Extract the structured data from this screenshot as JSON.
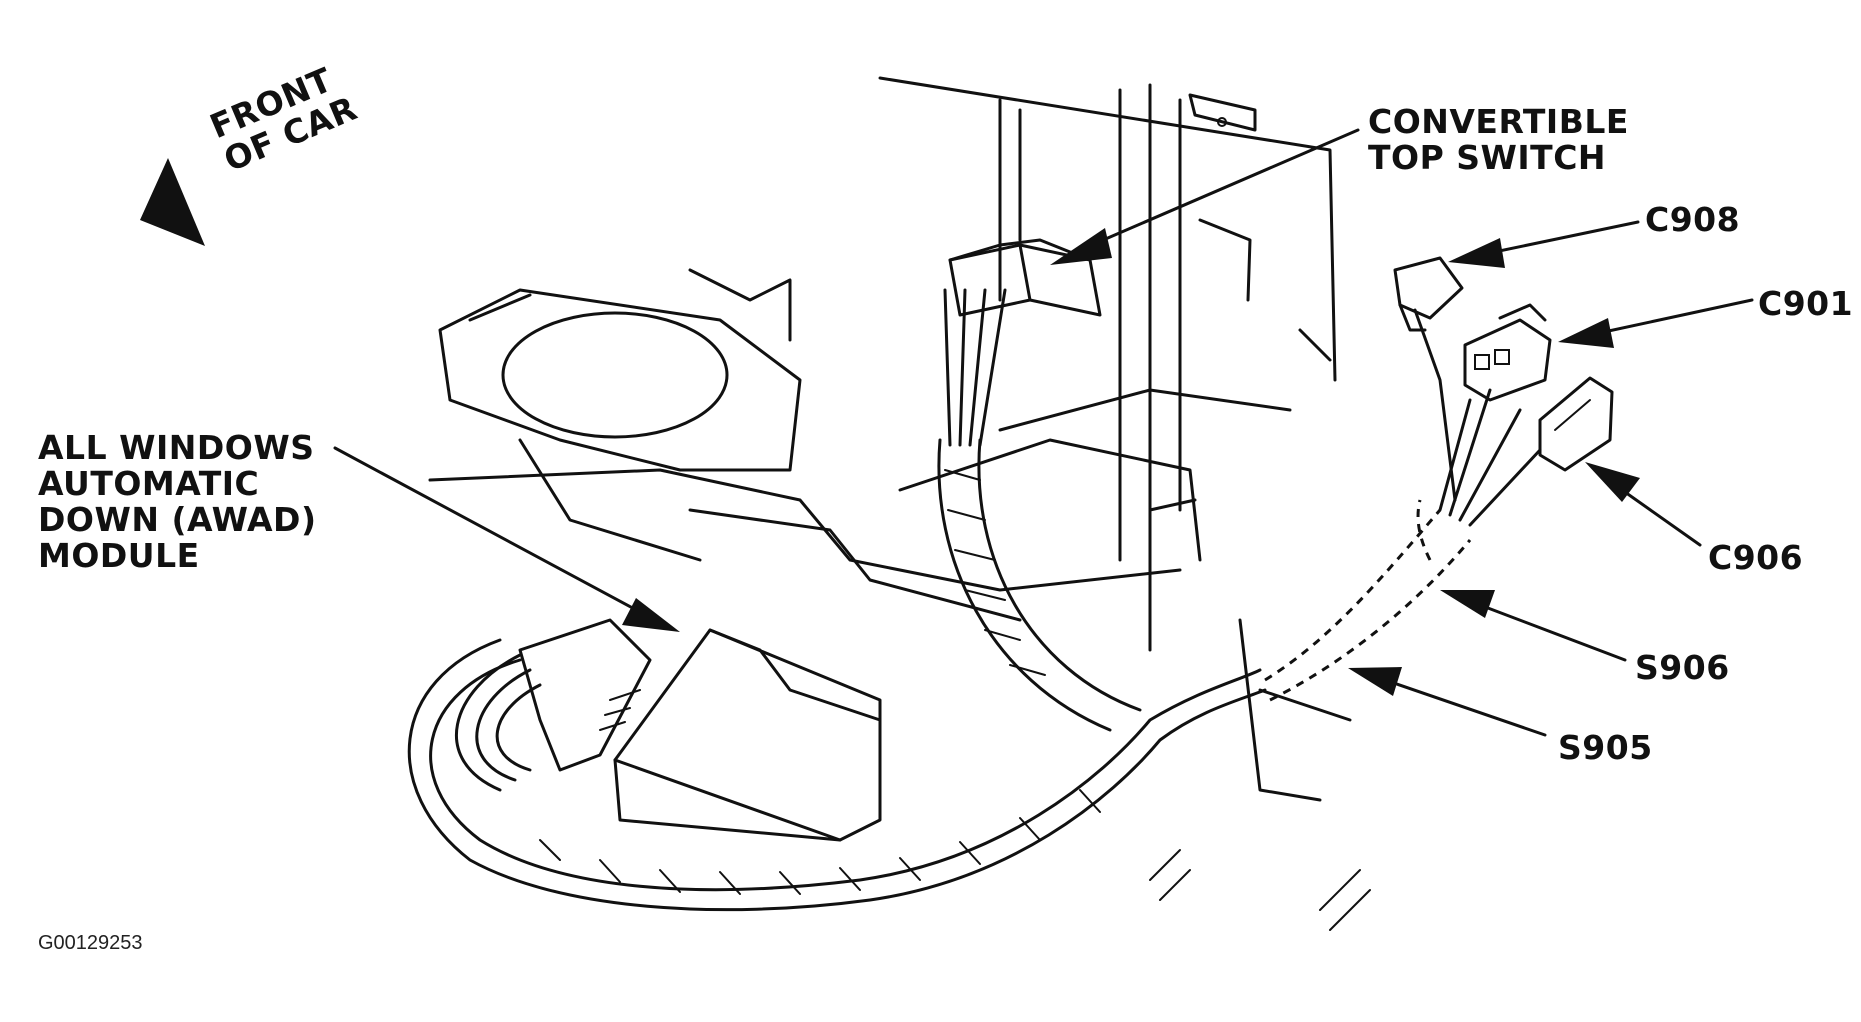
{
  "labels": {
    "front_of_car_line1": "FRONT",
    "front_of_car_line2": "OF CAR",
    "convertible_line1": "CONVERTIBLE",
    "convertible_line2": "TOP SWITCH",
    "c908": "C908",
    "c901": "C901",
    "c906": "C906",
    "s906": "S906",
    "s905": "S905",
    "awad_line1": "ALL WINDOWS",
    "awad_line2": "AUTOMATIC",
    "awad_line3": "DOWN (AWAD)",
    "awad_line4": "MODULE"
  },
  "figure_id": "G00129253"
}
